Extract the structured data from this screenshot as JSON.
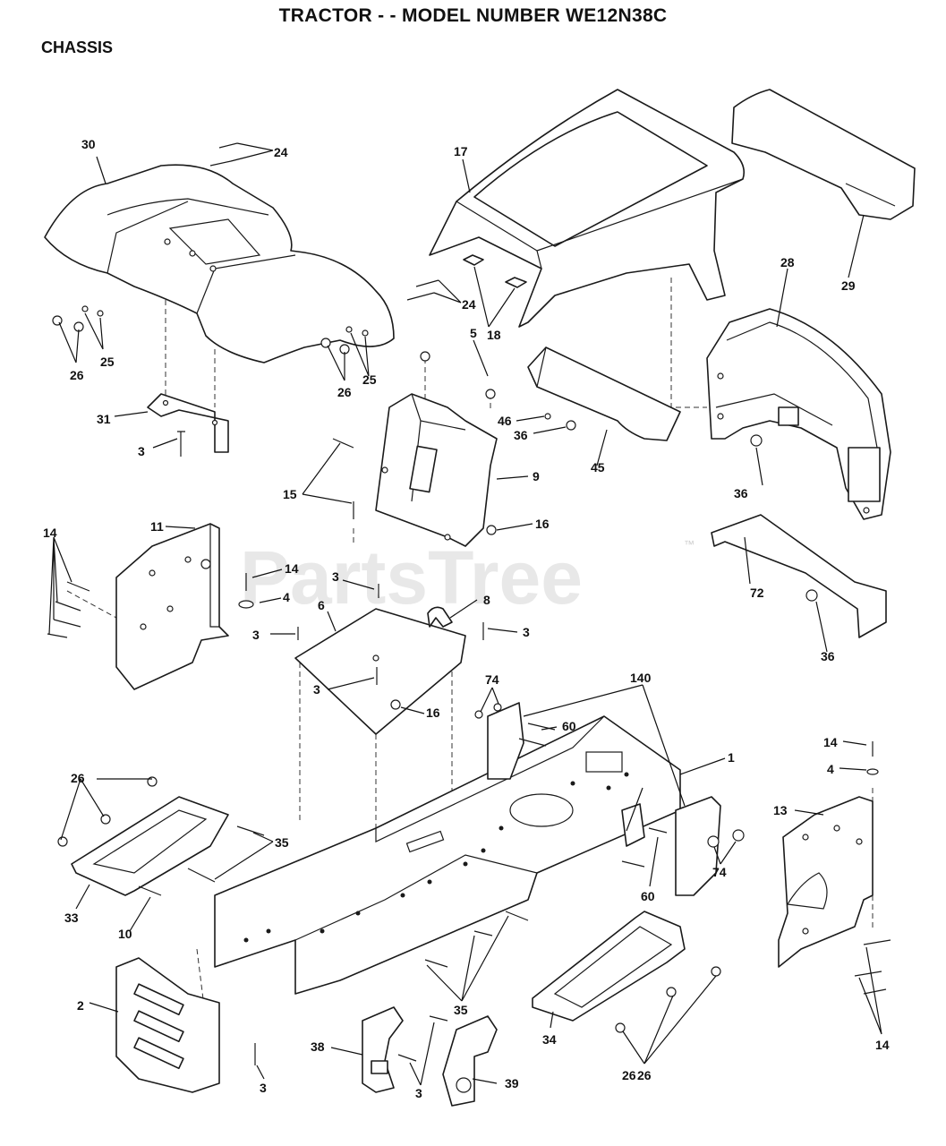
{
  "header": {
    "title": "TRACTOR - - MODEL NUMBER WE12N38C",
    "section": "CHASSIS"
  },
  "watermark": {
    "text": "PartsTree",
    "trademark": "™"
  },
  "callouts": [
    "30",
    "24",
    "17",
    "29",
    "28",
    "24",
    "5",
    "18",
    "26",
    "25",
    "26",
    "25",
    "31",
    "3",
    "46",
    "36",
    "9",
    "45",
    "36",
    "15",
    "16",
    "14",
    "11",
    "14",
    "3",
    "4",
    "8",
    "72",
    "6",
    "3",
    "3",
    "3",
    "36",
    "74",
    "16",
    "140",
    "60",
    "1",
    "14",
    "4",
    "26",
    "13",
    "35",
    "74",
    "60",
    "33",
    "10",
    "26",
    "35",
    "2",
    "34",
    "26",
    "14",
    "38",
    "3",
    "39",
    "3"
  ],
  "colors": {
    "line": "#1a1a1a",
    "watermark": "#d6d6d6",
    "background": "#ffffff"
  }
}
